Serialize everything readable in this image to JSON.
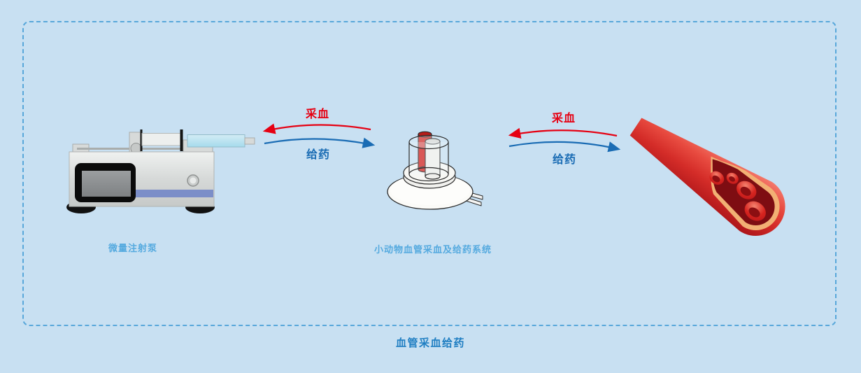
{
  "caption": "血管采血给药",
  "nodes": {
    "pump": {
      "label": "微量注射泵"
    },
    "system": {
      "label": "小动物血管采血及给药系统"
    }
  },
  "flows": {
    "pump_to_system": {
      "collect_label": "采血",
      "dose_label": "给药"
    },
    "system_to_vessel": {
      "collect_label": "采血",
      "dose_label": "给药"
    }
  },
  "colors": {
    "background": "#c8e0f2",
    "dashed_border": "#58a7da",
    "collect_red": "#e60012",
    "dose_blue": "#1a6cb4",
    "node_label_blue": "#55aadf",
    "caption_blue": "#1f7ec2",
    "pump_stripe_blue": "#7b8ec8",
    "vessel_red": "#d42c28",
    "vessel_lumen_dark_red": "#7e0d12",
    "vessel_inner_rim_peach": "#f2b074"
  }
}
